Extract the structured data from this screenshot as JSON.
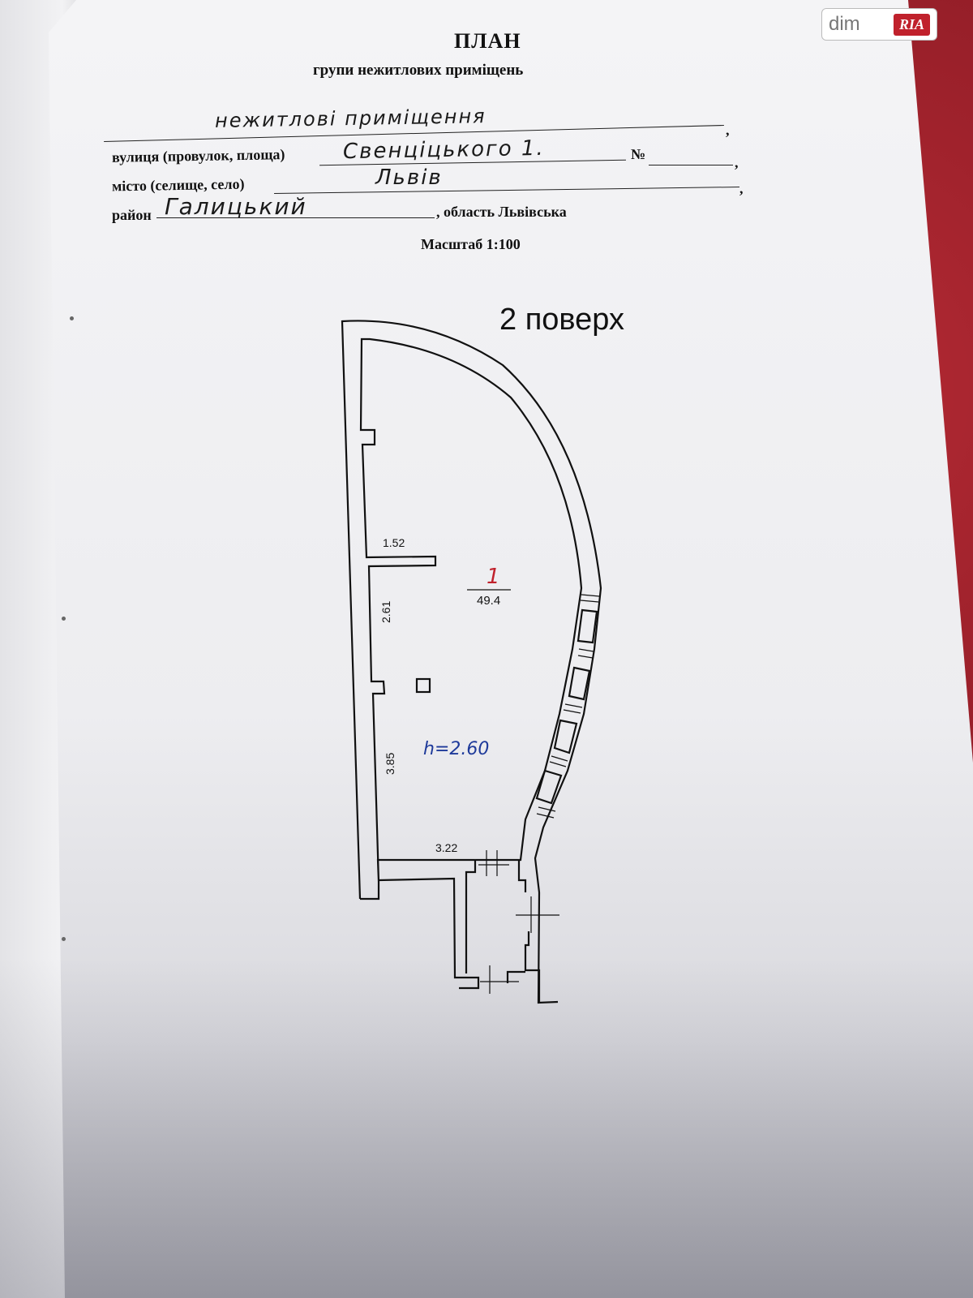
{
  "watermark": {
    "dim": "dim",
    "ria": "RIA"
  },
  "header": {
    "title": "ПЛАН",
    "subtitle": "групи нежитлових приміщень"
  },
  "form": {
    "object_value": "нежитлові приміщення",
    "street_label": "вулиця (провулок, площа)",
    "street_value": "Свенціцького 1.",
    "number_label": "№",
    "city_label": "місто (селище, село)",
    "city_value": "Львів",
    "district_label": "район",
    "district_value": "Галицький",
    "region_text": ", область Львівська"
  },
  "scale_text": "Масштаб 1:100",
  "floor_label": "2  поверх",
  "plan": {
    "room_number": "1",
    "room_area": "49.4",
    "height_note": "h=2.60",
    "dims": [
      "1.52",
      "2.61",
      "3.85",
      "3.22"
    ]
  },
  "colors": {
    "room_number": "#c0212c",
    "height_note": "#1e3a9a"
  }
}
